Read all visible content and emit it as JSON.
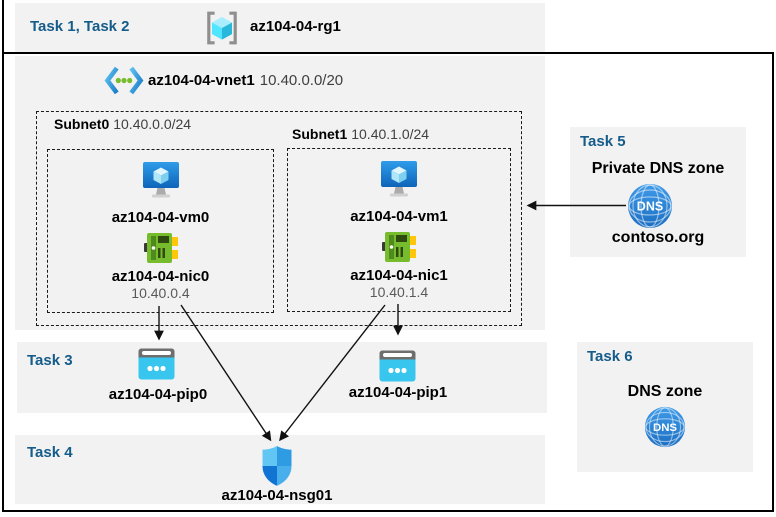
{
  "colors": {
    "task-blue": "#155C8A",
    "band-gray": "#F2F2F2",
    "cidr-gray": "#404040",
    "ip-gray": "#595959",
    "line-black": "#111111",
    "azure-cyan": "#32BEDD",
    "azure-blue": "#0F67BE",
    "nic-green": "#76BC2D",
    "dns-blue": "#2E86D8"
  },
  "resource_group": {
    "tasks_label": "Task 1, Task 2",
    "name": "az104-04-rg1",
    "icon": "resource-group-icon"
  },
  "vnet": {
    "name": "az104-04-vnet1",
    "cidr": "10.40.0.0/20",
    "icon": "virtual-network-icon"
  },
  "subnets": [
    {
      "name": "Subnet0",
      "cidr": "10.40.0.0/24",
      "vm": {
        "name": "az104-04-vm0",
        "icon": "virtual-machine-icon"
      },
      "nic": {
        "name": "az104-04-nic0",
        "ip": "10.40.0.4",
        "icon": "network-interface-icon"
      }
    },
    {
      "name": "Subnet1",
      "cidr": "10.40.1.0/24",
      "vm": {
        "name": "az104-04-vm1",
        "icon": "virtual-machine-icon"
      },
      "nic": {
        "name": "az104-04-nic1",
        "ip": "10.40.1.4",
        "icon": "network-interface-icon"
      }
    }
  ],
  "task3": {
    "label": "Task 3",
    "pip0": "az104-04-pip0",
    "pip1": "az104-04-pip1",
    "icon": "public-ip-icon"
  },
  "task4": {
    "label": "Task 4",
    "nsg": "az104-04-nsg01",
    "icon": "network-security-group-icon"
  },
  "task5": {
    "label": "Task 5",
    "title": "Private DNS zone",
    "zone": "contoso.org",
    "icon": "dns-zone-icon",
    "dns_badge": "DNS"
  },
  "task6": {
    "label": "Task 6",
    "title": "DNS zone",
    "icon": "dns-zone-icon",
    "dns_badge": "DNS"
  }
}
